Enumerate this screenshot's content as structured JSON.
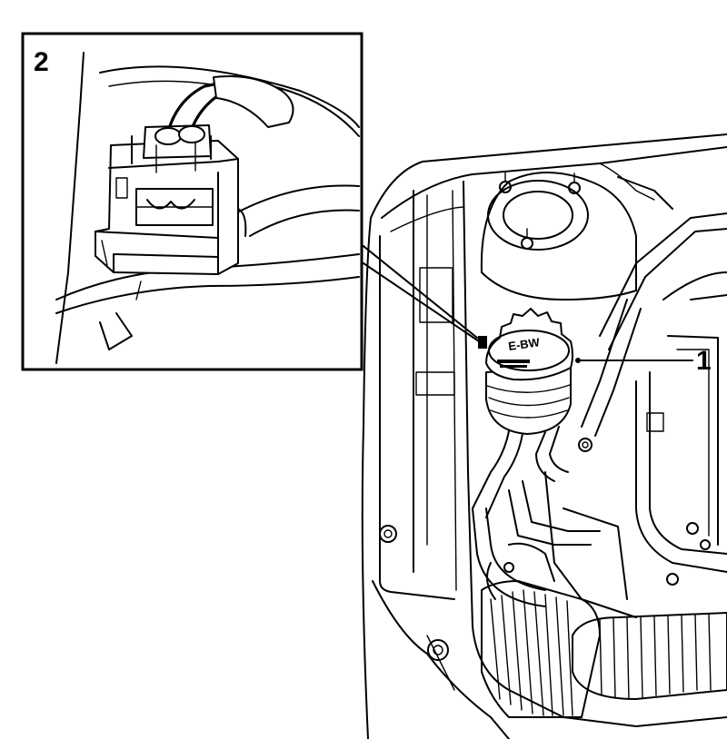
{
  "labels": {
    "callout_1": "1",
    "callout_2": "2"
  },
  "parts": [
    {
      "id": "brake-fluid-reservoir",
      "callout": "1"
    },
    {
      "id": "level-sensor-connector-detail",
      "callout": "2"
    }
  ],
  "cap_markings": "E-BW"
}
